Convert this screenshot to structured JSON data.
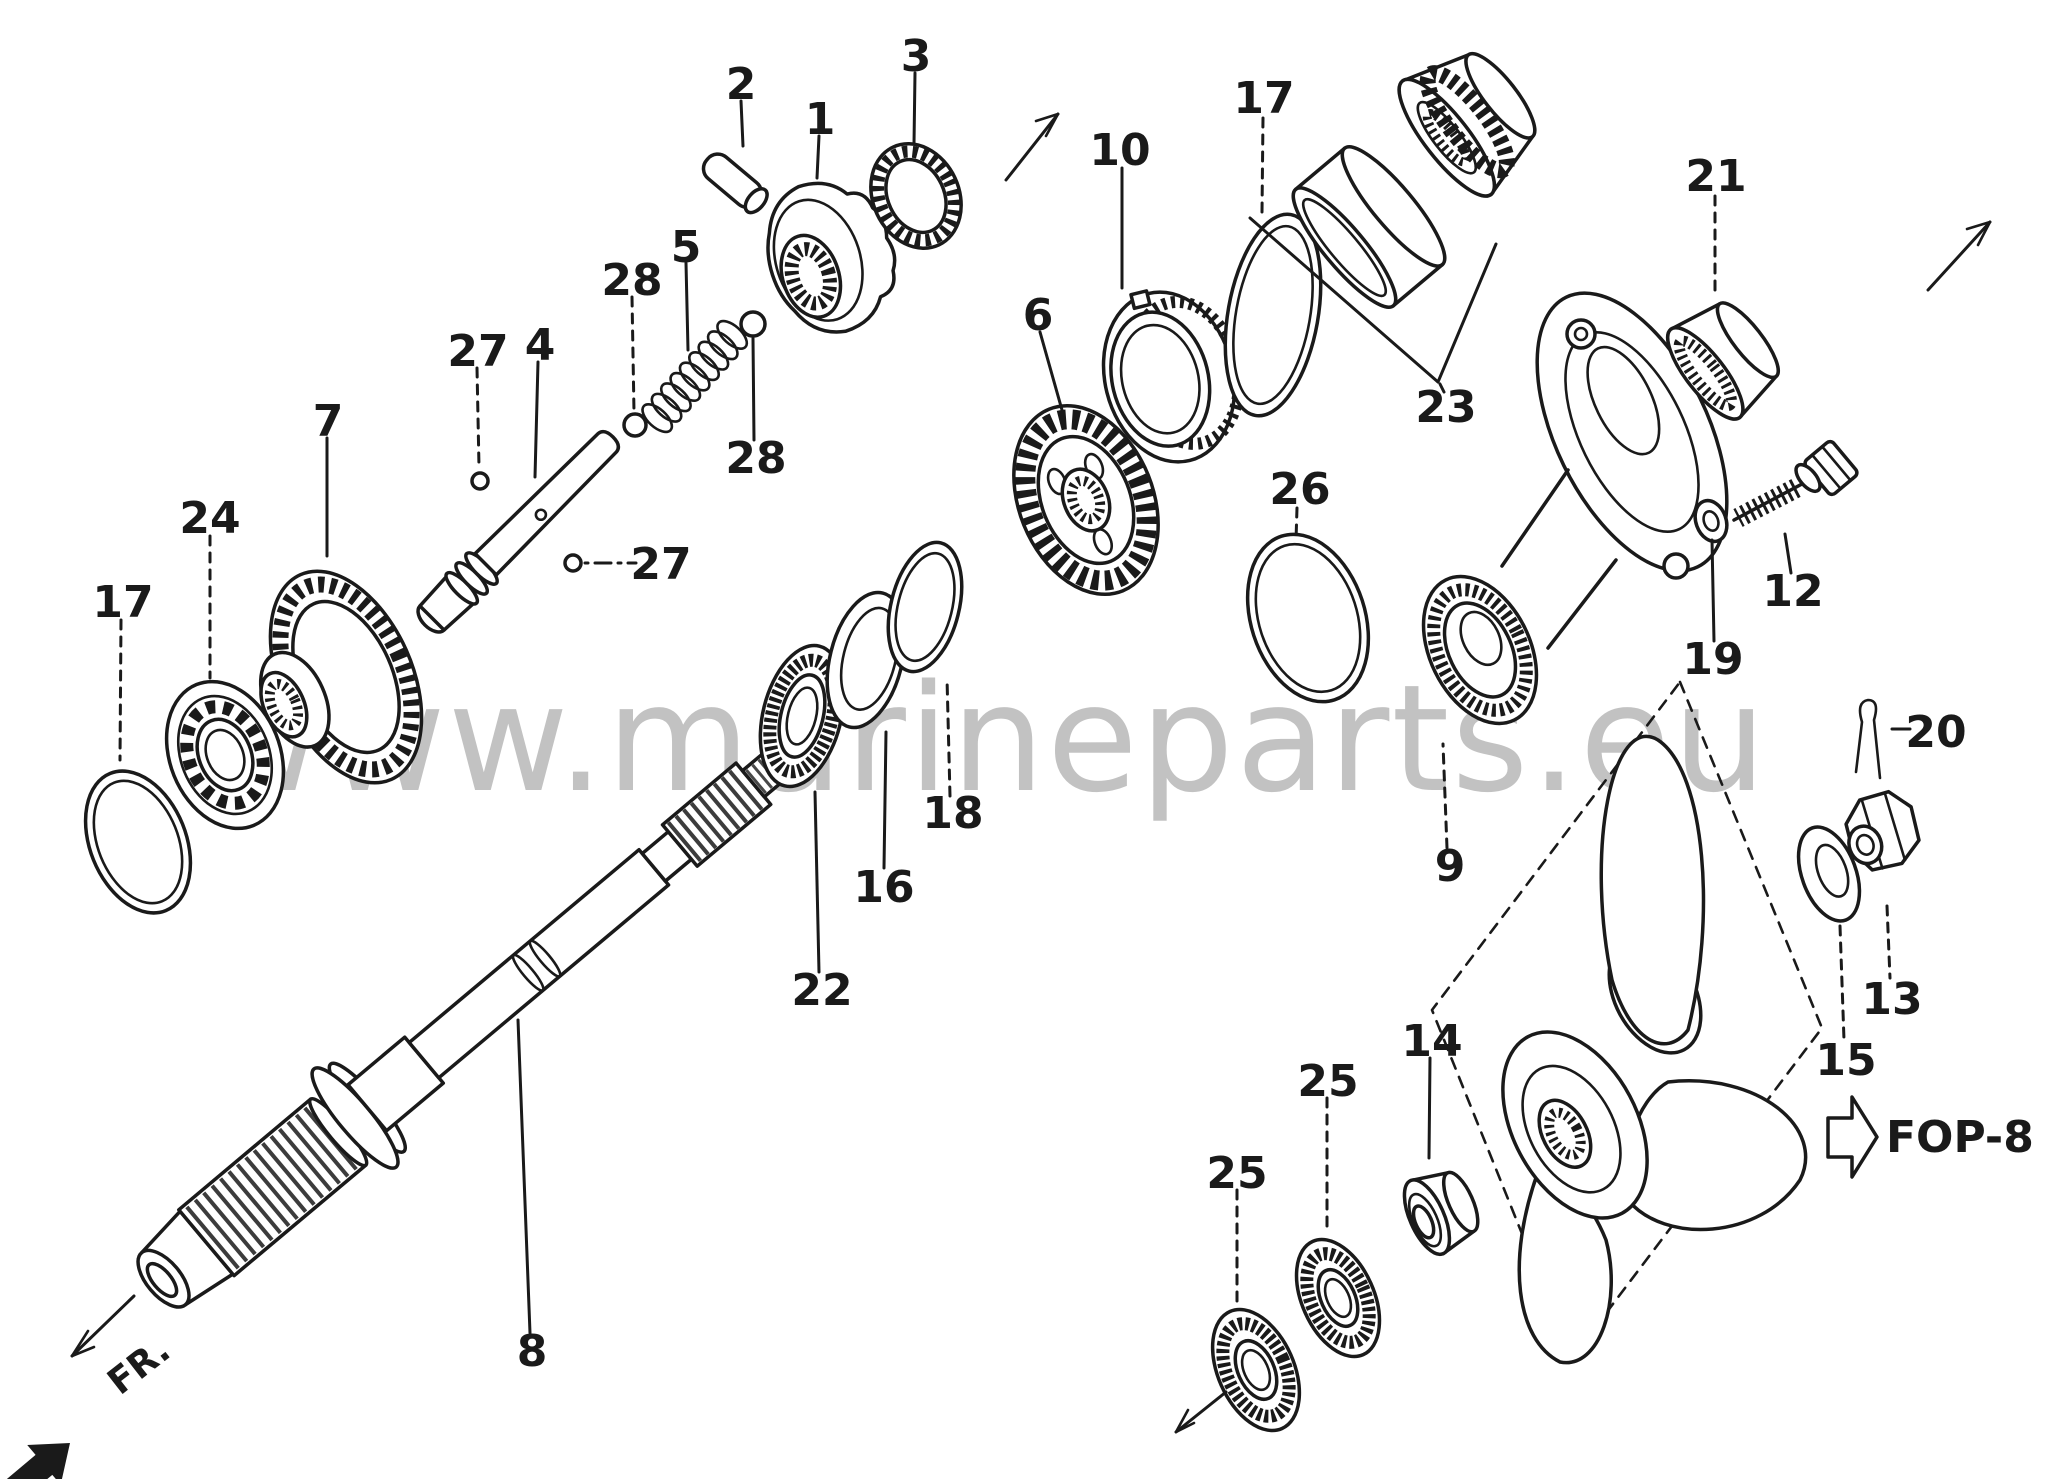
{
  "watermark": {
    "text": "www.marineparts.eu"
  },
  "orientation": {
    "fr_label": "FR.",
    "fop_label": "FOP-8"
  },
  "colors": {
    "line": "#1a1a1a",
    "watermark": "#b4b4b4",
    "background": "#ffffff"
  },
  "callouts": {
    "c1": "1",
    "c2": "2",
    "c3": "3",
    "c4": "4",
    "c5": "5",
    "c6": "6",
    "c7": "7",
    "c8": "8",
    "c9": "9",
    "c10": "10",
    "c12": "12",
    "c13": "13",
    "c14": "14",
    "c15": "15",
    "c16": "16",
    "c17_left": "17",
    "c17_top": "17",
    "c18": "18",
    "c19": "19",
    "c20": "20",
    "c21": "21",
    "c22": "22",
    "c23": "23",
    "c24": "24",
    "c25_left": "25",
    "c25_mid": "25",
    "c26": "26",
    "c27_left": "27",
    "c27_right": "27",
    "c28_left": "28",
    "c28_right": "28"
  }
}
